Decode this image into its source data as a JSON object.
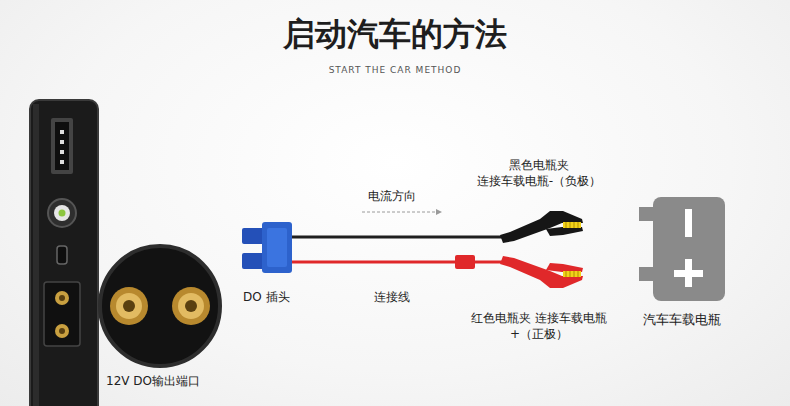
{
  "diagram": {
    "title": "启动汽车的方法",
    "nodes": [
      {
        "text": [
          "DO 插头"
        ]
      },
      {
        "text": [
          "黑色电瓶夹 连接车载电瓶-（负极）"
        ]
      },
      {
        "text": [
          "红色电瓶夹 连接车载电瓶+（正极）"
        ]
      },
      {
        "text": [
          "汽车车载电瓶"
        ]
      }
    ],
    "edges": [
      {
        "from": 0,
        "to": 1,
        "arrow": "none"
      },
      {
        "from": 0,
        "to": 2,
        "arrow": "none"
      }
    ],
    "labels": [
      "START THE CAR METHOD",
      "电流方向",
      "连接线",
      "12V DO输出端口"
    ]
  }
}
